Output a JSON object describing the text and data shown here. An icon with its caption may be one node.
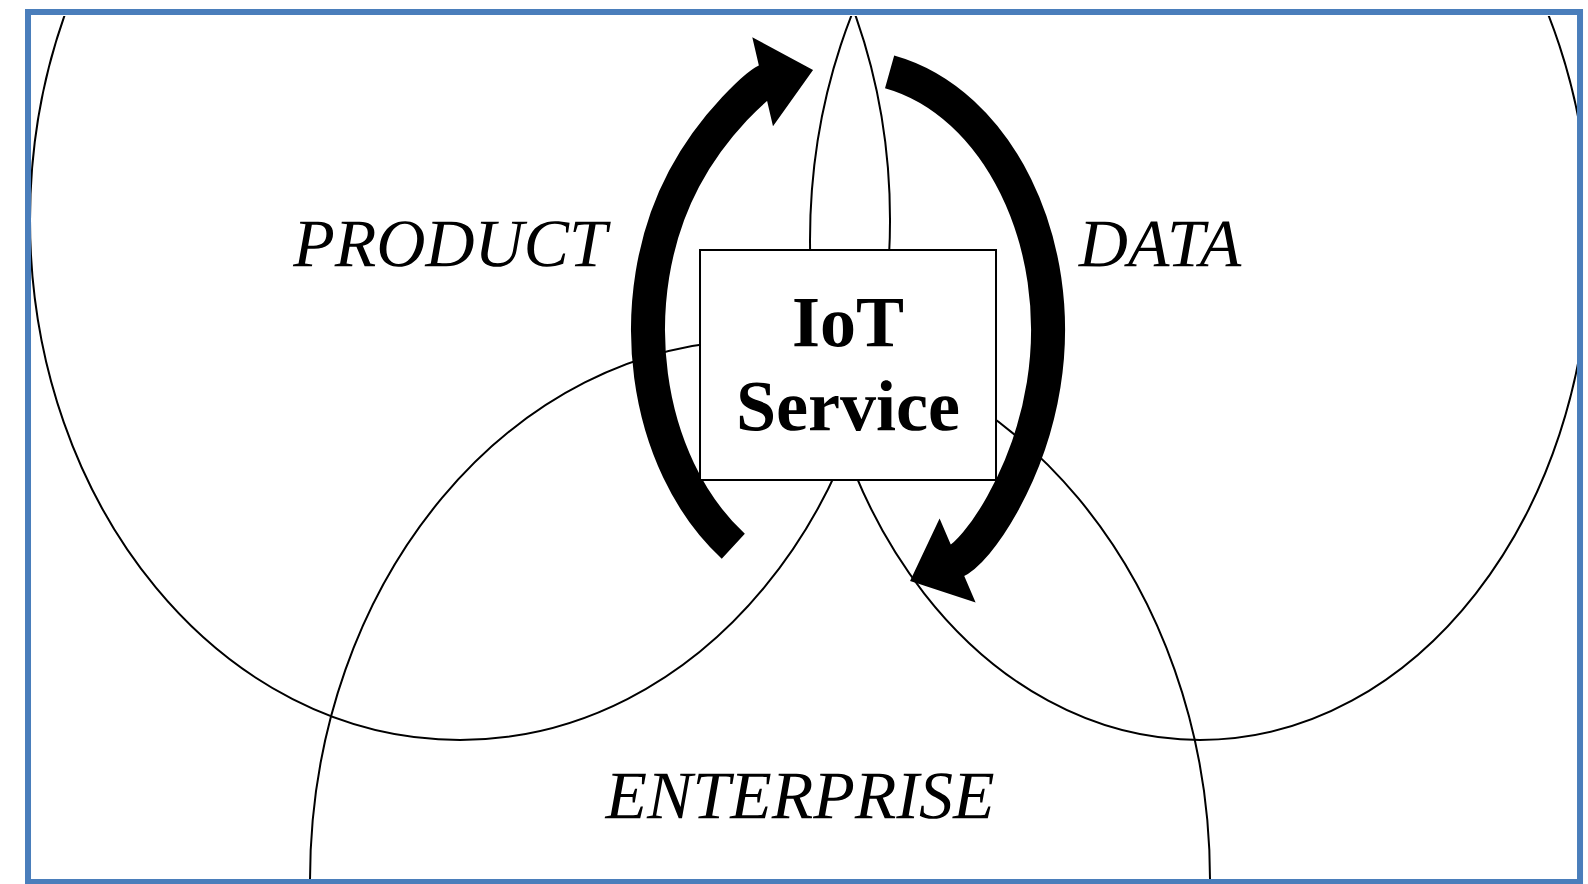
{
  "diagram": {
    "nodes": [
      {
        "text": [
          "PRODUCT"
        ]
      },
      {
        "text": [
          "DATA"
        ]
      },
      {
        "text": [
          "ENTERPRISE"
        ]
      },
      {
        "text": [
          "IoT Service"
        ]
      }
    ],
    "edges": []
  }
}
